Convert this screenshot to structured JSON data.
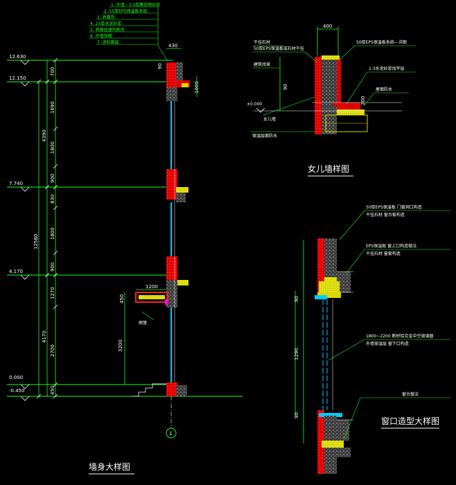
{
  "titles": {
    "wall_section": "墙身大样图",
    "parapet": "女儿墙样图",
    "window": "窗口造型大样图"
  },
  "elevations": [
    "12.630",
    "12.150",
    "7.740",
    "4.170",
    "0.000",
    "-0.450"
  ],
  "dimensions": {
    "wall_chain": [
      "700",
      "1690",
      "1800",
      "900",
      "830",
      "1800",
      "900",
      "1270",
      "2700",
      "450"
    ],
    "overall": [
      "4390",
      "12580",
      "4170"
    ],
    "parapet_top": "400",
    "top_detail": [
      "430",
      "90",
      "1000"
    ],
    "canopy_width": "1200",
    "canopy_depth": "450",
    "canopy_height": "3200",
    "parapet_width": "400",
    "parapet_misc": [
      "90",
      "200"
    ],
    "window_left": [
      "90",
      "1290",
      "90"
    ]
  },
  "axis_label": "1",
  "notes": {
    "wall_layers": [
      "1. 外墙—3.0厚聚合物砂浆",
      "2. 50厚EPS保温板系统",
      "3. 界面剂",
      "4. 20厚水泥砂浆",
      "5. 界面处理剂刷涂",
      "6. 外墙饰面",
      "7. 涂料面层"
    ],
    "canopy_label": "雨篷",
    "parapet_left": [
      "干挂石材",
      "50厚EPS保温板或石材干挂",
      "建筑找坡"
    ],
    "parapet_right": [
      "50厚EPS保温板系统—详图",
      "1:3水泥砂浆找平层",
      "屋面防水"
    ],
    "parapet_bottom": [
      "女儿墙",
      "保温层面防水"
    ],
    "parapet_level_mark": "±0.000",
    "window_notes": [
      "50厚EPS保温板 门窗洞口构造",
      "干挂石材 窗台板构造",
      "EPS保温板 窗上口构造做法",
      "干挂石材 窗套构造",
      "1800~2200 断桥铝合金中空玻璃窗",
      "外墙保温层 窗下口构造",
      "窗台做法"
    ]
  }
}
